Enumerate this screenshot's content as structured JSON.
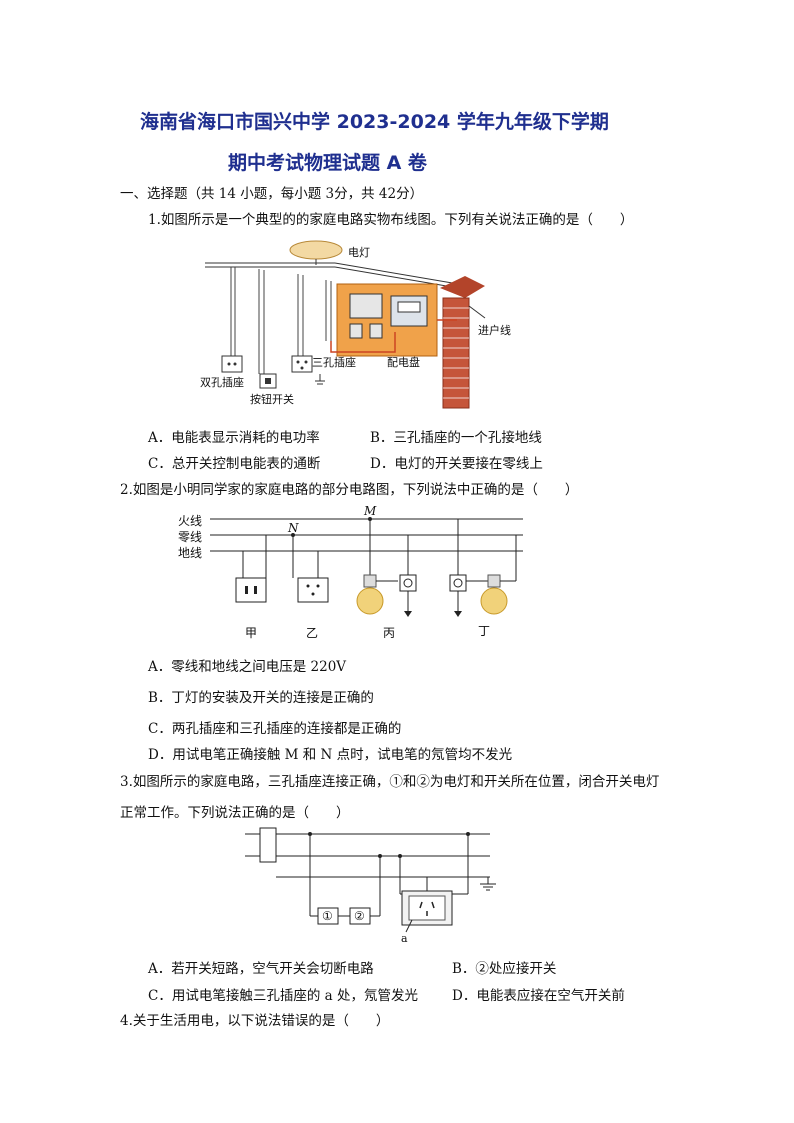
{
  "title": {
    "line1": "海南省海口市国兴中学 2023-2024 学年九年级下学期",
    "line2": "期中考试物理试题 A 卷"
  },
  "section1": "一、选择题（共 14 小题，每小题 3分，共 42分）",
  "q1": {
    "stem": "1.如图所示是一个典型的的家庭电路实物布线图。下列有关说法正确的是（　　）",
    "labels": {
      "lamp": "电灯",
      "twoHole": "双孔插座",
      "threeHole": "三孔插座",
      "switch": "按钮开关",
      "panel": "配电盘",
      "inlet": "进户线"
    },
    "options": {
      "A": "A．电能表显示消耗的电功率",
      "B": "B．三孔插座的一个孔接地线",
      "C": "C．总开关控制电能表的通断",
      "D": "D．电灯的开关要接在零线上"
    }
  },
  "q2": {
    "stem": "2.如图是小明同学家的家庭电路的部分电路图，下列说法中正确的是（　　）",
    "labels": {
      "live": "火线",
      "neutral": "零线",
      "ground": "地线",
      "N": "N",
      "M": "M",
      "jia": "甲",
      "yi": "乙",
      "bing": "丙",
      "ding": "丁"
    },
    "options": {
      "A": "A．零线和地线之间电压是 220V",
      "B": "B．丁灯的安装及开关的连接是正确的",
      "C": "C．两孔插座和三孔插座的连接都是正确的",
      "D": "D．用试电笔正确接触 M 和 N 点时，试电笔的氖管均不发光"
    }
  },
  "q3": {
    "stem1": "3.如图所示的家庭电路，三孔插座连接正确，①和②为电灯和开关所在位置，闭合开关电灯",
    "stem2": "正常工作。下列说法正确的是（　　）",
    "labels": {
      "one": "①",
      "two": "②",
      "a": "a"
    },
    "options": {
      "A": "A．若开关短路，空气开关会切断电路",
      "B": "B．②处应接开关",
      "C": "C．用试电笔接触三孔插座的 a 处，氖管发光",
      "D": "D．电能表应接在空气开关前"
    }
  },
  "q4": {
    "stem": "4.关于生活用电，以下说法错误的是（　　）"
  }
}
